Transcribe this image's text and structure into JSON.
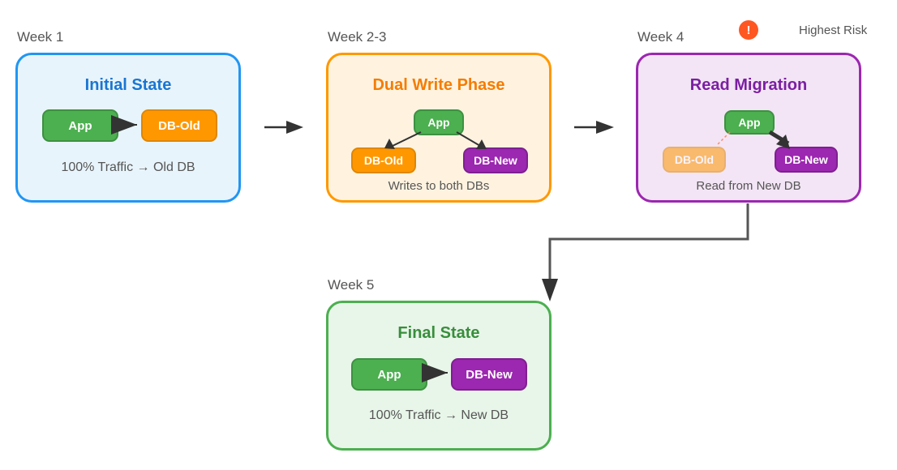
{
  "stages": [
    {
      "week": "Week 1",
      "title": "Initial State",
      "caption": "100% Traffic → Old DB",
      "nodes": [
        "App",
        "DB-Old"
      ]
    },
    {
      "week": "Week 2-3",
      "title": "Dual Write Phase",
      "caption": "Writes to both DBs",
      "nodes": [
        "App",
        "DB-Old",
        "DB-New"
      ]
    },
    {
      "week": "Week 4",
      "title": "Read Migration",
      "caption": "Read from New DB",
      "nodes": [
        "App",
        "DB-Old",
        "DB-New"
      ]
    },
    {
      "week": "Week 5",
      "title": "Final State",
      "caption": "100% Traffic → New DB",
      "nodes": [
        "App",
        "DB-New"
      ]
    }
  ],
  "risk": {
    "icon": "!",
    "icon_name": "warning-icon",
    "label": "Highest Risk"
  },
  "colors": {
    "initial": "#2196F3",
    "dual_write": "#FF9800",
    "read_migration": "#9C27B0",
    "final": "#4CAF50",
    "app": "#4CAF50",
    "db_old": "#FF9800",
    "db_new": "#9C27B0",
    "risk": "#FF5722",
    "arrow": "#333333"
  }
}
